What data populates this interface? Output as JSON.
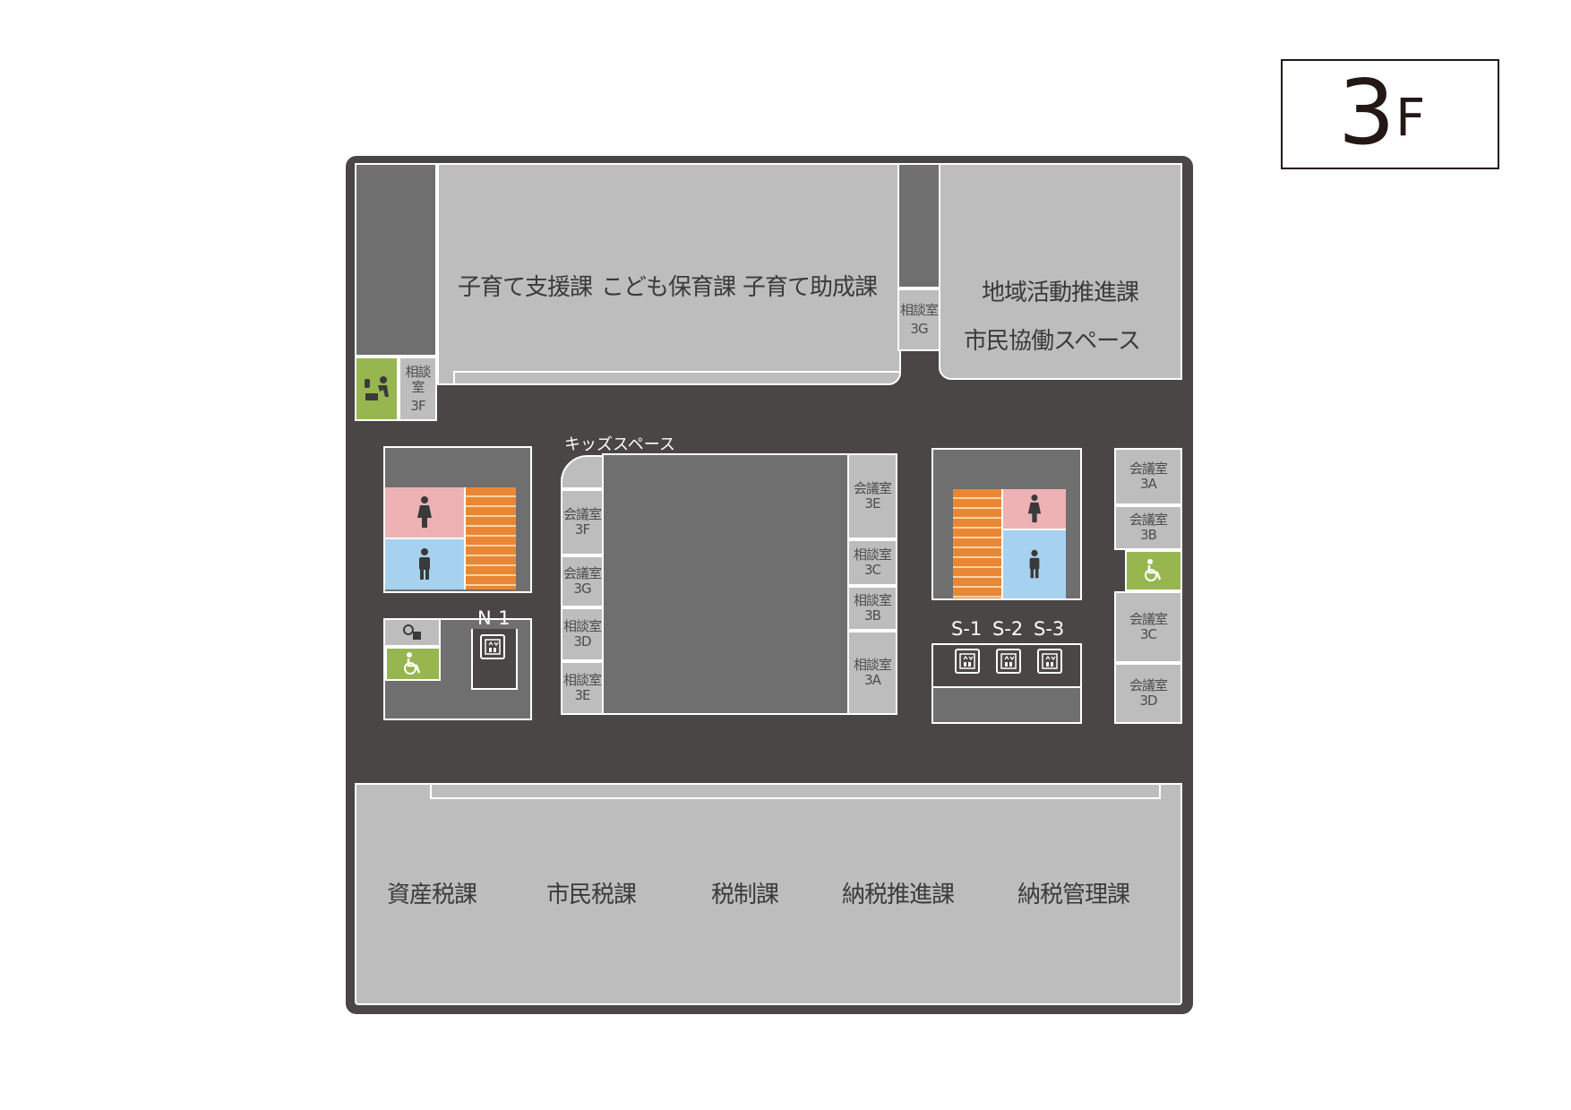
{
  "floor": {
    "number": "3",
    "suffix": "F"
  },
  "departments": {
    "north_left": [
      "子育て支援課",
      "こども保育課",
      "子育て助成課"
    ],
    "north_right": [
      "地域活動推進課",
      "市民協働スペース"
    ],
    "south": [
      "資産税課",
      "市民税課",
      "税制課",
      "納税推進課",
      "納税管理課"
    ]
  },
  "rooms": {
    "consult_3g_top": {
      "name": "相談室",
      "code": "3G"
    },
    "consult_3f": {
      "name": "相談室",
      "code": "3F"
    },
    "meeting_3f": {
      "name": "会議室",
      "code": "3F"
    },
    "meeting_3g": {
      "name": "会議室",
      "code": "3G"
    },
    "consult_3d": {
      "name": "相談室",
      "code": "3D"
    },
    "consult_3e": {
      "name": "相談室",
      "code": "3E"
    },
    "meeting_3e": {
      "name": "会議室",
      "code": "3E"
    },
    "consult_3c": {
      "name": "相談室",
      "code": "3C"
    },
    "consult_3b": {
      "name": "相談室",
      "code": "3B"
    },
    "consult_3a": {
      "name": "相談室",
      "code": "3A"
    },
    "meeting_3a": {
      "name": "会議室",
      "code": "3A"
    },
    "meeting_3b": {
      "name": "会議室",
      "code": "3B"
    },
    "meeting_3c": {
      "name": "会議室",
      "code": "3C"
    },
    "meeting_3d": {
      "name": "会議室",
      "code": "3D"
    }
  },
  "kids_space": "キッズスペース",
  "elevators": {
    "north": "N-1",
    "south": [
      "S-1",
      "S-2",
      "S-3"
    ]
  },
  "colors": {
    "floor_fill": "#4a4645",
    "dept_fill": "#bdbdbd",
    "core_fill": "#6f6f6f",
    "womens_restroom": "#eeb2b4",
    "mens_restroom": "#a6d2ef",
    "stairs": "#ea8734",
    "accessible": "#97b64f"
  },
  "icons": [
    "womens-restroom-icon",
    "mens-restroom-icon",
    "wheelchair-icon",
    "baby-care-icon",
    "elevator-icon",
    "ostomate-icon"
  ]
}
